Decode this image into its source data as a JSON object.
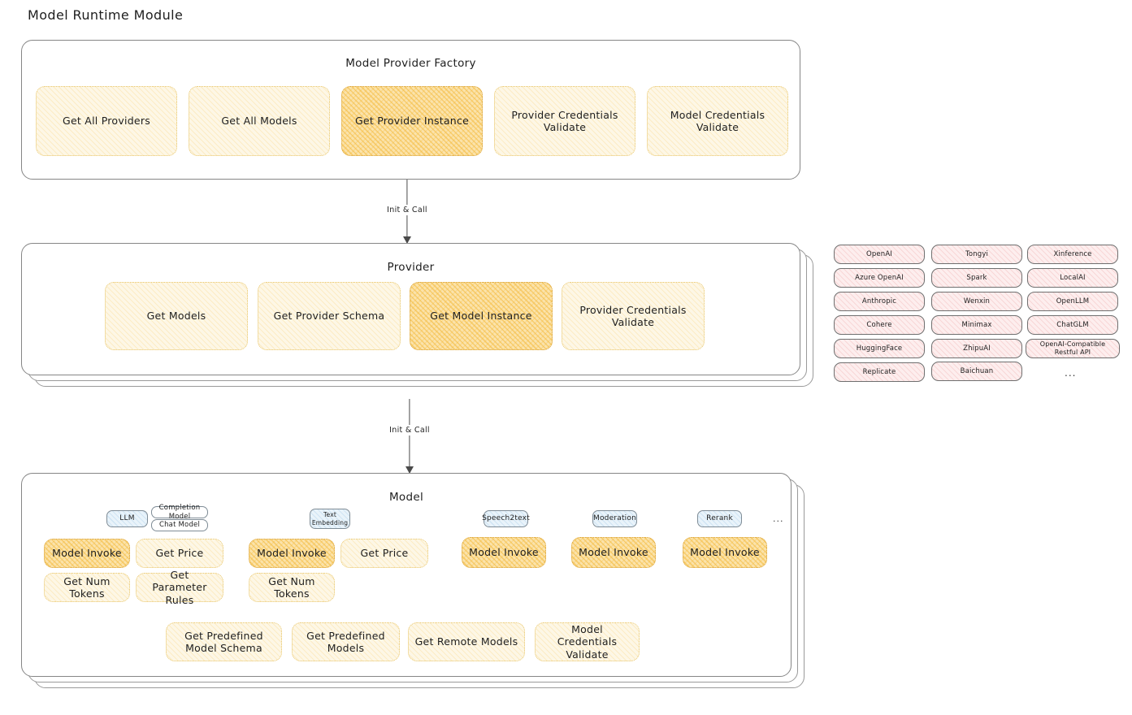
{
  "page": {
    "title": "Model Runtime Module"
  },
  "factory": {
    "title": "Model Provider Factory",
    "nodes": [
      {
        "label": "Get All Providers",
        "style": "cream"
      },
      {
        "label": "Get All Models",
        "style": "cream"
      },
      {
        "label": "Get Provider Instance",
        "style": "amber"
      },
      {
        "label": "Provider Credentials Validate",
        "style": "cream"
      },
      {
        "label": "Model Credentials Validate",
        "style": "cream"
      }
    ]
  },
  "arrow_factory_to_provider": {
    "label": "Init & Call"
  },
  "provider": {
    "title": "Provider",
    "nodes": [
      {
        "label": "Get Models",
        "style": "cream"
      },
      {
        "label": "Get Provider Schema",
        "style": "cream"
      },
      {
        "label": "Get Model Instance",
        "style": "amber"
      },
      {
        "label": "Provider Credentials Validate",
        "style": "cream"
      }
    ]
  },
  "arrow_provider_to_model": {
    "label": "Init & Call"
  },
  "provider_list": {
    "ellipsis": "...",
    "columns": [
      [
        "OpenAI",
        "Azure OpenAI",
        "Anthropic",
        "Cohere",
        "HuggingFace",
        "Replicate"
      ],
      [
        "Tongyi",
        "Spark",
        "Wenxin",
        "Minimax",
        "ZhipuAI",
        "Baichuan"
      ],
      [
        "Xinference",
        "LocalAI",
        "OpenLLM",
        "ChatGLM",
        "OpenAI-Compatible Restful API"
      ]
    ]
  },
  "model": {
    "title": "Model",
    "ellipsis": "...",
    "types": [
      {
        "tag": "LLM",
        "subtags": [
          "Completion Model",
          "Chat Model"
        ],
        "methods": [
          {
            "label": "Model Invoke",
            "style": "amber"
          },
          {
            "label": "Get Price",
            "style": "cream"
          },
          {
            "label": "Get Num Tokens",
            "style": "cream"
          },
          {
            "label": "Get Parameter Rules",
            "style": "cream"
          }
        ]
      },
      {
        "tag": "Text Embedding",
        "subtags": [],
        "methods": [
          {
            "label": "Model Invoke",
            "style": "amber"
          },
          {
            "label": "Get Price",
            "style": "cream"
          },
          {
            "label": "Get Num Tokens",
            "style": "cream"
          }
        ]
      },
      {
        "tag": "Speech2text",
        "subtags": [],
        "methods": [
          {
            "label": "Model Invoke",
            "style": "amber"
          }
        ]
      },
      {
        "tag": "Moderation",
        "subtags": [],
        "methods": [
          {
            "label": "Model Invoke",
            "style": "amber"
          }
        ]
      },
      {
        "tag": "Rerank",
        "subtags": [],
        "methods": [
          {
            "label": "Model Invoke",
            "style": "amber"
          }
        ]
      }
    ],
    "shared_methods": [
      {
        "label": "Get Predefined Model Schema",
        "style": "cream"
      },
      {
        "label": "Get Predefined Models",
        "style": "cream"
      },
      {
        "label": "Get Remote Models",
        "style": "cream"
      },
      {
        "label": "Model Credentials Validate",
        "style": "cream"
      }
    ]
  },
  "colors": {
    "amber_fill": "#fbe3ab",
    "amber_border": "#d8a33c",
    "cream_fill": "#fdf7e6",
    "cream_border": "#e8c66b",
    "pink_fill": "#fdeeee",
    "blue_fill": "#e9f3fa",
    "box_border": "#868686",
    "text": "#1e1e1e"
  }
}
